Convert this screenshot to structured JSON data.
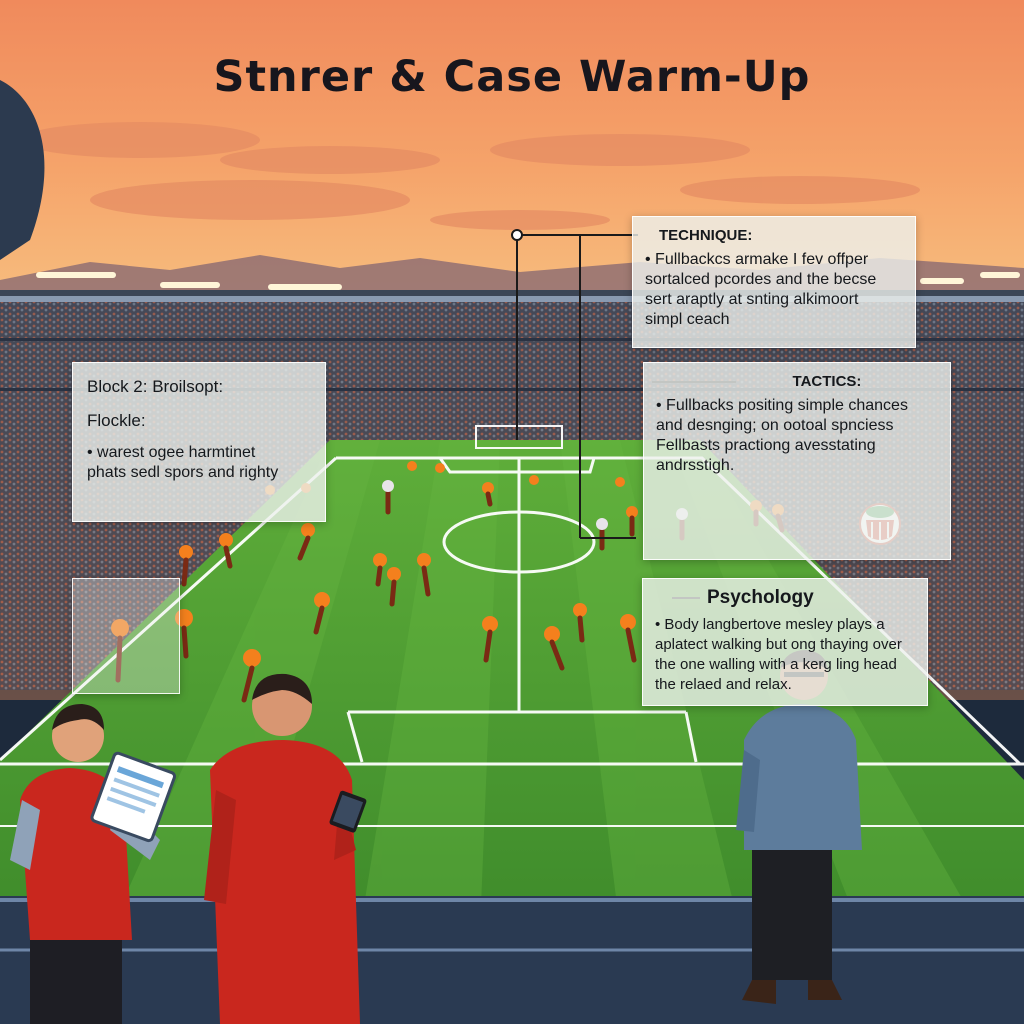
{
  "title": "Stnrer & Case Warm-Up",
  "technique": {
    "heading": "TECHNIQUE:",
    "lines": [
      "• Fullbackcs armake I fev offper",
      "sortalced pcordes and the becse",
      "sert araptly at snting alkimoort",
      "simpl ceach"
    ]
  },
  "tactics": {
    "heading": "TACTICS:",
    "lines": [
      "• Fullbacks positing simple chances",
      "and desnging; on ootoal spnciess",
      "Fellbasts practiong avesstating",
      "andrsstigh."
    ]
  },
  "block": {
    "heading": "Block 2: Broilsopt:",
    "subheading": "Flockle:",
    "lines": [
      "• warest ogee harmtinet",
      "phats sedl spors and righty"
    ]
  },
  "psychology": {
    "heading": "Psychology",
    "lines": [
      "• Body langbertove mesley plays a",
      "aplatect walking but ong thaying over",
      "the one walling with a kerg ling head",
      "the relaed                 and relax."
    ]
  },
  "colors": {
    "sky_top": "#f28a58",
    "sky_bottom": "#f6b577",
    "pitch": "#4fa12e",
    "pitch_stripe": "#5cb036",
    "line": "#ffffff",
    "player_kit": "#f4801d",
    "coach_shirt": "#c9271e"
  },
  "icons": [
    "trophy-badge-icon",
    "clipboard-icon",
    "tablet-icon"
  ]
}
